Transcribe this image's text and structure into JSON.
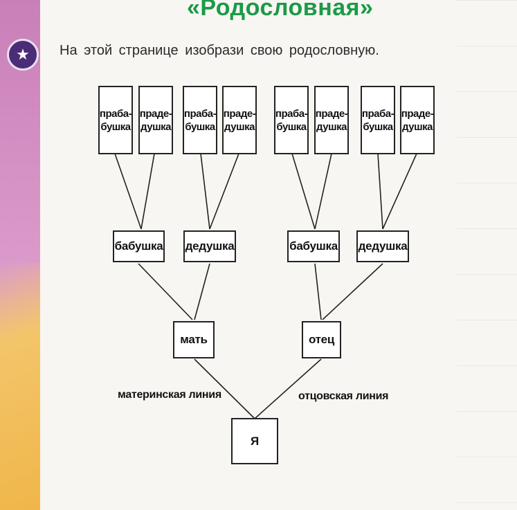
{
  "title": "«Родословная»",
  "instruction": "На этой странице изобрази свою родословную.",
  "icons": {
    "badge": "star-icon"
  },
  "tree": {
    "great_grandparents": [
      "праба-\nбушка",
      "праде-\nдушка",
      "праба-\nбушка",
      "праде-\nдушка",
      "праба-\nбушка",
      "праде-\nдушка",
      "праба-\nбушка",
      "праде-\nдушка"
    ],
    "grandparents": [
      "бабушка",
      "дедушка",
      "бабушка",
      "дедушка"
    ],
    "parents": [
      "мать",
      "отец"
    ],
    "self": "Я",
    "maternal_line": "материнская линия",
    "paternal_line": "отцовская линия"
  },
  "colors": {
    "title": "#1c9a48",
    "badge": "#4a2c77"
  }
}
